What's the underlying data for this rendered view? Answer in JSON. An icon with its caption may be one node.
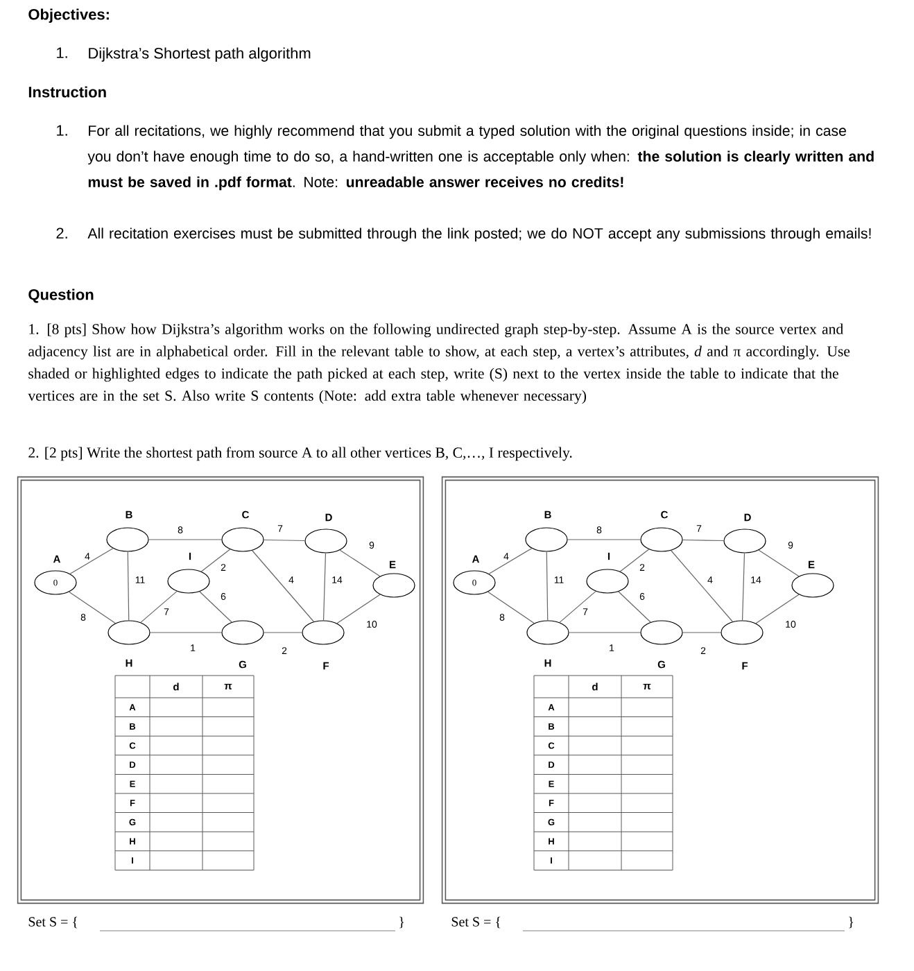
{
  "diagram": {
    "nodes": [
      {
        "text": [
          "A",
          "0"
        ]
      },
      {
        "text": [
          "B"
        ]
      },
      {
        "text": [
          "C"
        ]
      },
      {
        "text": [
          "D"
        ]
      },
      {
        "text": [
          "E"
        ]
      },
      {
        "text": [
          "F"
        ]
      },
      {
        "text": [
          "G"
        ]
      },
      {
        "text": [
          "H"
        ]
      },
      {
        "text": [
          "I"
        ]
      },
      {
        "text": [
          "A",
          "0"
        ]
      },
      {
        "text": [
          "B"
        ]
      },
      {
        "text": [
          "C"
        ]
      },
      {
        "text": [
          "D"
        ]
      },
      {
        "text": [
          "E"
        ]
      },
      {
        "text": [
          "F"
        ]
      },
      {
        "text": [
          "G"
        ]
      },
      {
        "text": [
          "H"
        ]
      },
      {
        "text": [
          "I"
        ]
      }
    ],
    "edges": [
      {
        "from": 0,
        "to": 1,
        "arrow": "none",
        "label": "4"
      },
      {
        "from": 0,
        "to": 7,
        "arrow": "none",
        "label": "8"
      },
      {
        "from": 1,
        "to": 2,
        "arrow": "none",
        "label": "8"
      },
      {
        "from": 1,
        "to": 7,
        "arrow": "none",
        "label": "11"
      },
      {
        "from": 2,
        "to": 3,
        "arrow": "none",
        "label": "7"
      },
      {
        "from": 2,
        "to": 8,
        "arrow": "none",
        "label": "2"
      },
      {
        "from": 2,
        "to": 5,
        "arrow": "none",
        "label": "4"
      },
      {
        "from": 3,
        "to": 4,
        "arrow": "none",
        "label": "9"
      },
      {
        "from": 3,
        "to": 5,
        "arrow": "none",
        "label": "14"
      },
      {
        "from": 4,
        "to": 5,
        "arrow": "none",
        "label": "10"
      },
      {
        "from": 7,
        "to": 8,
        "arrow": "none",
        "label": "7"
      },
      {
        "from": 7,
        "to": 6,
        "arrow": "none",
        "label": "1"
      },
      {
        "from": 8,
        "to": 6,
        "arrow": "none",
        "label": "6"
      },
      {
        "from": 6,
        "to": 5,
        "arrow": "none",
        "label": "2"
      },
      {
        "from": 9,
        "to": 10,
        "arrow": "none",
        "label": "4"
      },
      {
        "from": 9,
        "to": 16,
        "arrow": "none",
        "label": "8"
      },
      {
        "from": 10,
        "to": 11,
        "arrow": "none",
        "label": "8"
      },
      {
        "from": 10,
        "to": 16,
        "arrow": "none",
        "label": "11"
      },
      {
        "from": 11,
        "to": 12,
        "arrow": "none",
        "label": "7"
      },
      {
        "from": 11,
        "to": 17,
        "arrow": "none",
        "label": "2"
      },
      {
        "from": 11,
        "to": 14,
        "arrow": "none",
        "label": "4"
      },
      {
        "from": 12,
        "to": 13,
        "arrow": "none",
        "label": "9"
      },
      {
        "from": 12,
        "to": 14,
        "arrow": "none",
        "label": "14"
      },
      {
        "from": 13,
        "to": 14,
        "arrow": "none",
        "label": "10"
      },
      {
        "from": 16,
        "to": 17,
        "arrow": "none",
        "label": "7"
      },
      {
        "from": 16,
        "to": 15,
        "arrow": "none",
        "label": "1"
      },
      {
        "from": 17,
        "to": 15,
        "arrow": "none",
        "label": "6"
      },
      {
        "from": 15,
        "to": 14,
        "arrow": "none",
        "label": "2"
      }
    ],
    "labels": [
      "Objectives:",
      "1.",
      "Dijkstra’s Shortest path algorithm",
      "Instruction",
      "1.",
      "For all recitations, we highly recommend that you submit a typed solution with the original questions inside; in case you don’t have enough time to do so, a hand-written one is acceptable only when: **the solution is clearly written and must be saved in .pdf format**. Note: **unreadable answer receives no credits!**",
      "2.",
      "All recitation exercises must be submitted through the link posted; we do NOT accept any submissions through emails!",
      "Question",
      "1. [8 pts] Show how Dijkstra’s algorithm works on the following undirected graph step-by-step. Assume A is the source vertex and adjacency list are in alphabetical order. Fill in the relevant table to show, at each step, a vertex’s attributes, *d* and π accordingly. Use shaded or highlighted edges to indicate the path picked at each step, write (S) next to the vertex inside the table to indicate that the vertices are in the set S. Also write S contents (Note: add extra table whenever necessary)",
      "2. [2 pts] Write the shortest path from source A to all other vertices B, C,…, I respectively.",
      "d",
      "π",
      "A",
      "B",
      "C",
      "D",
      "E",
      "F",
      "G",
      "H",
      "I",
      "Set S = {",
      "}",
      "d",
      "π",
      "A",
      "B",
      "C",
      "D",
      "E",
      "F",
      "G",
      "H",
      "I",
      "Set S = {",
      "}"
    ]
  }
}
